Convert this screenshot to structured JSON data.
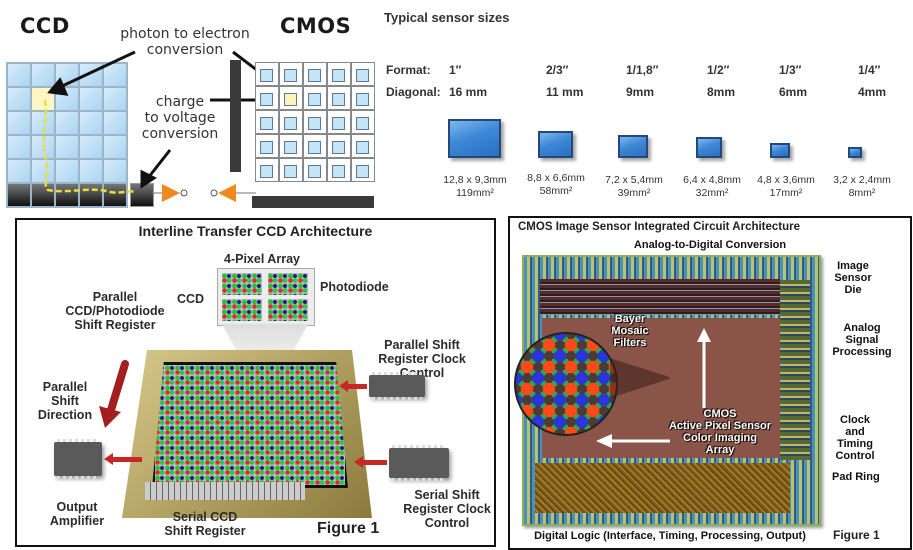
{
  "ccd_vs_cmos": {
    "ccd_title": "CCD",
    "cmos_title": "CMOS",
    "annotation_photon": "photon to electron\nconversion",
    "annotation_photon_line1": "photon to electron",
    "annotation_photon_line2": "conversion",
    "annotation_charge_line1": "charge",
    "annotation_charge_line2": "to voltage",
    "annotation_charge_line3": "conversion",
    "colors": {
      "amplifier": "#f08a1c",
      "pixel": "#c5e3f6",
      "highlight": "#fff6c4",
      "bus": "#3a3a3a",
      "charge_path": "#e8e03a"
    }
  },
  "sensor_sizes": {
    "title": "Typical sensor sizes",
    "format_label": "Format:",
    "diagonal_label": "Diagonal:",
    "items": [
      {
        "format": "1″",
        "diagonal": "16 mm",
        "dims": "12,8 x 9,3mm",
        "area": "119mm²"
      },
      {
        "format": "2/3″",
        "diagonal": "11 mm",
        "dims": "8,8 x 6,6mm",
        "area": "58mm²"
      },
      {
        "format": "1/1,8″",
        "diagonal": "9mm",
        "dims": "7,2 x 5,4mm",
        "area": "39mm²"
      },
      {
        "format": "1/2″",
        "diagonal": "8mm",
        "dims": "6,4 x 4,8mm",
        "area": "32mm²"
      },
      {
        "format": "1/3″",
        "diagonal": "6mm",
        "dims": "4,8 x 3,6mm",
        "area": "17mm²"
      },
      {
        "format": "1/4″",
        "diagonal": "4mm",
        "dims": "3,2 x 2,4mm",
        "area": "8mm²"
      }
    ]
  },
  "ccd_panel": {
    "title": "Interline Transfer CCD Architecture",
    "pixel_array": "4-Pixel Array",
    "ccd": "CCD",
    "photodiode": "Photodiode",
    "parallel_register": [
      "Parallel",
      "CCD/Photodiode",
      "Shift Register"
    ],
    "parallel_clock": [
      "Parallel Shift",
      "Register Clock",
      "Control"
    ],
    "parallel_direction": [
      "Parallel",
      "Shift",
      "Direction"
    ],
    "output_amplifier": [
      "Output",
      "Amplifier"
    ],
    "serial_register": [
      "Serial CCD",
      "Shift Register"
    ],
    "serial_clock": [
      "Serial Shift",
      "Register Clock",
      "Control"
    ],
    "figure": "Figure 1"
  },
  "cmos_panel": {
    "title": "CMOS Image Sensor Integrated Circuit Architecture",
    "adc": "Analog-to-Digital Conversion",
    "die": [
      "Image",
      "Sensor",
      "Die"
    ],
    "bayer": [
      "Bayer",
      "Mosaic",
      "Filters"
    ],
    "analog": [
      "Analog",
      "Signal",
      "Processing"
    ],
    "array": [
      "CMOS",
      "Active Pixel Sensor",
      "Color Imaging",
      "Array"
    ],
    "clock": [
      "Clock",
      "and",
      "Timing",
      "Control"
    ],
    "pad_ring": "Pad Ring",
    "digital_logic": "Digital Logic (Interface, Timing, Processing, Output)",
    "figure": "Figure 1"
  }
}
